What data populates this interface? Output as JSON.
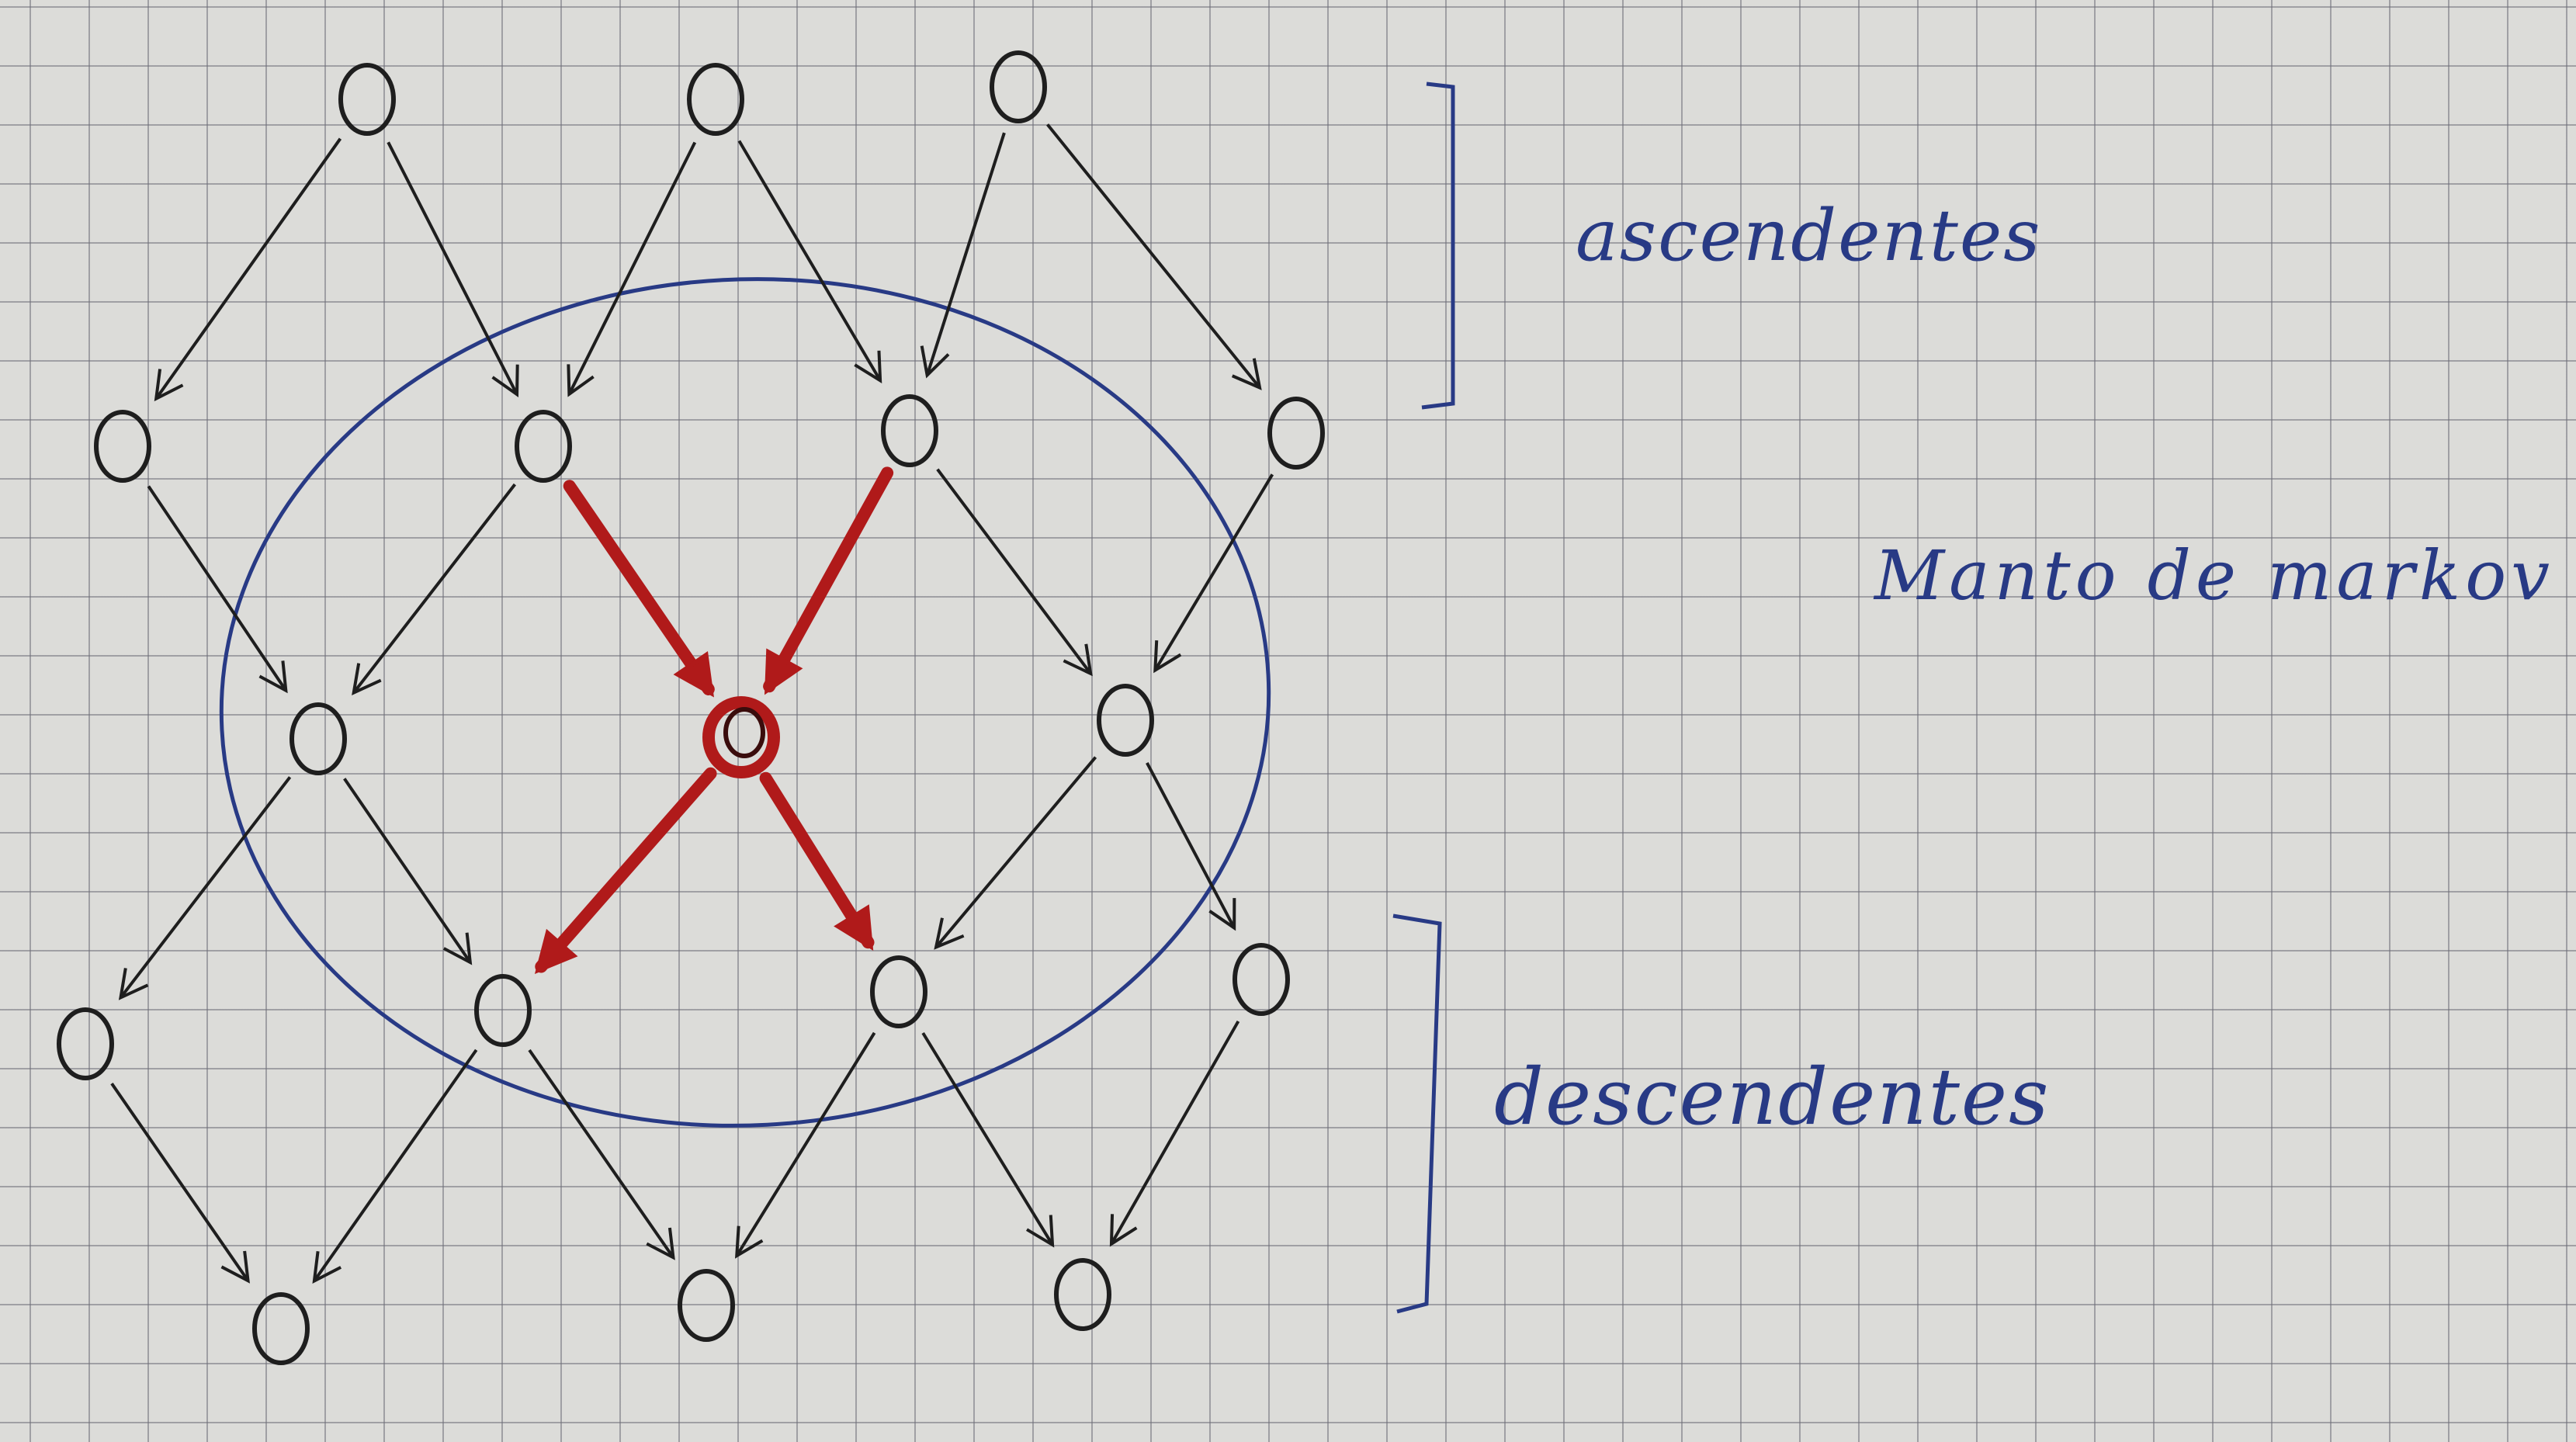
{
  "labels": {
    "ascendentes": "ascendentes",
    "manto": "Manto de markov",
    "descendentes": "descendentes"
  },
  "colors": {
    "ink": "#1e1e1e",
    "highlight": "#b01a1a",
    "blanket": "#283a85",
    "paper": "#dcdcd9"
  },
  "graph": {
    "nodes": [
      {
        "id": "a1",
        "role": "ancestor"
      },
      {
        "id": "a2",
        "role": "ancestor"
      },
      {
        "id": "a3",
        "role": "ancestor"
      },
      {
        "id": "p1",
        "role": "other"
      },
      {
        "id": "p2",
        "role": "parent"
      },
      {
        "id": "p3",
        "role": "parent"
      },
      {
        "id": "p4",
        "role": "other"
      },
      {
        "id": "s1",
        "role": "blanket"
      },
      {
        "id": "x",
        "role": "target"
      },
      {
        "id": "s2",
        "role": "blanket"
      },
      {
        "id": "c0",
        "role": "other"
      },
      {
        "id": "c1",
        "role": "child"
      },
      {
        "id": "c2",
        "role": "child"
      },
      {
        "id": "c3",
        "role": "other"
      },
      {
        "id": "d1",
        "role": "descendant"
      },
      {
        "id": "d2",
        "role": "descendant"
      },
      {
        "id": "d3",
        "role": "descendant"
      }
    ],
    "edges": [
      {
        "from": "a1",
        "to": "p1"
      },
      {
        "from": "a1",
        "to": "p2"
      },
      {
        "from": "a2",
        "to": "p2"
      },
      {
        "from": "a2",
        "to": "p3"
      },
      {
        "from": "a3",
        "to": "p3"
      },
      {
        "from": "a3",
        "to": "p4"
      },
      {
        "from": "p1",
        "to": "s1"
      },
      {
        "from": "p2",
        "to": "s1"
      },
      {
        "from": "p2",
        "to": "x",
        "highlight": true
      },
      {
        "from": "p3",
        "to": "x",
        "highlight": true
      },
      {
        "from": "p3",
        "to": "s2"
      },
      {
        "from": "p4",
        "to": "s2"
      },
      {
        "from": "s1",
        "to": "c0"
      },
      {
        "from": "s1",
        "to": "c1"
      },
      {
        "from": "x",
        "to": "c1",
        "highlight": true
      },
      {
        "from": "x",
        "to": "c2",
        "highlight": true
      },
      {
        "from": "s2",
        "to": "c2"
      },
      {
        "from": "s2",
        "to": "c3"
      },
      {
        "from": "c0",
        "to": "d1"
      },
      {
        "from": "c1",
        "to": "d1"
      },
      {
        "from": "c1",
        "to": "d2"
      },
      {
        "from": "c2",
        "to": "d2"
      },
      {
        "from": "c2",
        "to": "d3"
      },
      {
        "from": "c3",
        "to": "d3"
      }
    ]
  }
}
